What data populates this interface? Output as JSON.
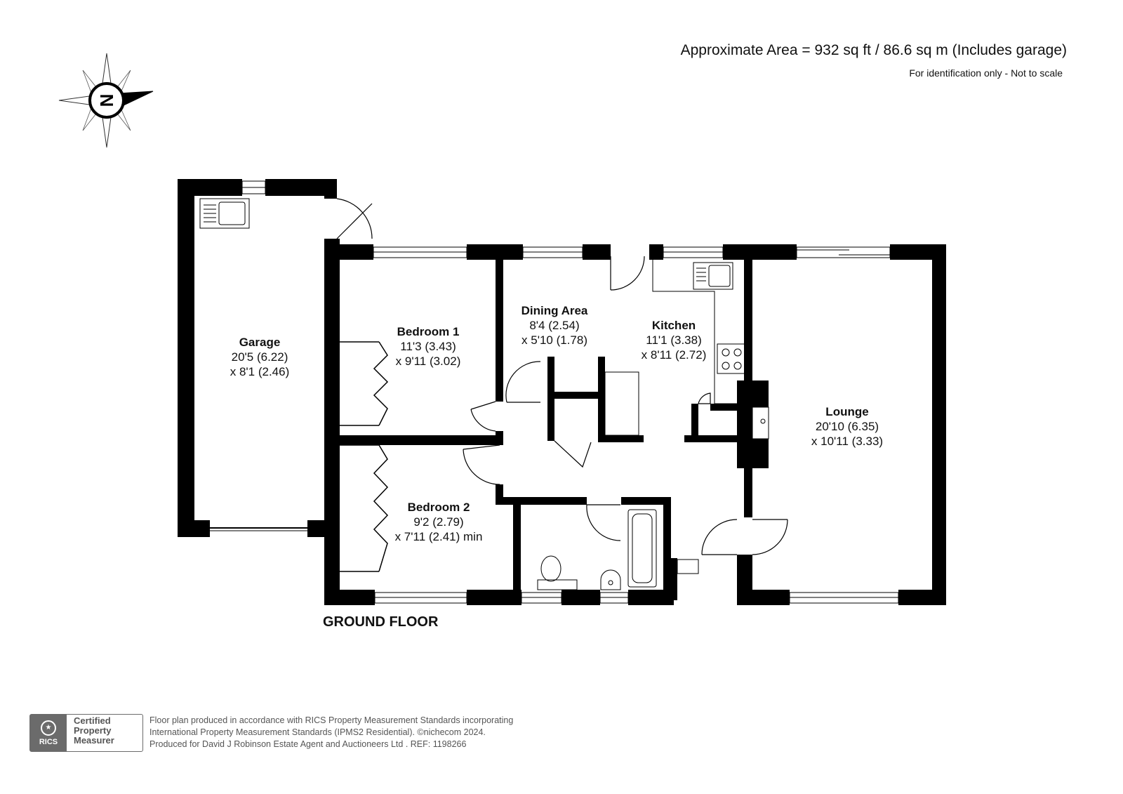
{
  "header": {
    "area_text": "Approximate Area = 932 sq ft / 86.6 sq m (Includes garage)",
    "note_text": "For identification only - Not to scale"
  },
  "compass": {
    "letter": "N",
    "icon": "compass-rose-icon"
  },
  "rooms": {
    "garage": {
      "name": "Garage",
      "dim1": "20'5 (6.22)",
      "dim2": "x 8'1 (2.46)"
    },
    "bedroom1": {
      "name": "Bedroom 1",
      "dim1": "11'3 (3.43)",
      "dim2": "x 9'11 (3.02)"
    },
    "dining": {
      "name": "Dining Area",
      "dim1": "8'4 (2.54)",
      "dim2": "x 5'10 (1.78)"
    },
    "kitchen": {
      "name": "Kitchen",
      "dim1": "11'1 (3.38)",
      "dim2": "x 8'11 (2.72)"
    },
    "lounge": {
      "name": "Lounge",
      "dim1": "20'10 (6.35)",
      "dim2": "x 10'11 (3.33)"
    },
    "bedroom2": {
      "name": "Bedroom 2",
      "dim1": "9'2 (2.79)",
      "dim2": "x 7'11 (2.41) min"
    }
  },
  "floor_label": "GROUND FLOOR",
  "badge": {
    "mark": "RICS",
    "line1": "Certified",
    "line2": "Property",
    "line3": "Measurer"
  },
  "footer": {
    "line1": "Floor plan produced in accordance with RICS Property Measurement Standards incorporating",
    "line2": "International Property Measurement Standards (IPMS2 Residential).  ©nichecom 2024.",
    "line3": "Produced for David J Robinson Estate Agent and Auctioneers Ltd .   REF:  1198266"
  },
  "colors": {
    "wall": "#000000",
    "text": "#111111",
    "muted": "#555555",
    "badge": "#6b6b6b"
  }
}
